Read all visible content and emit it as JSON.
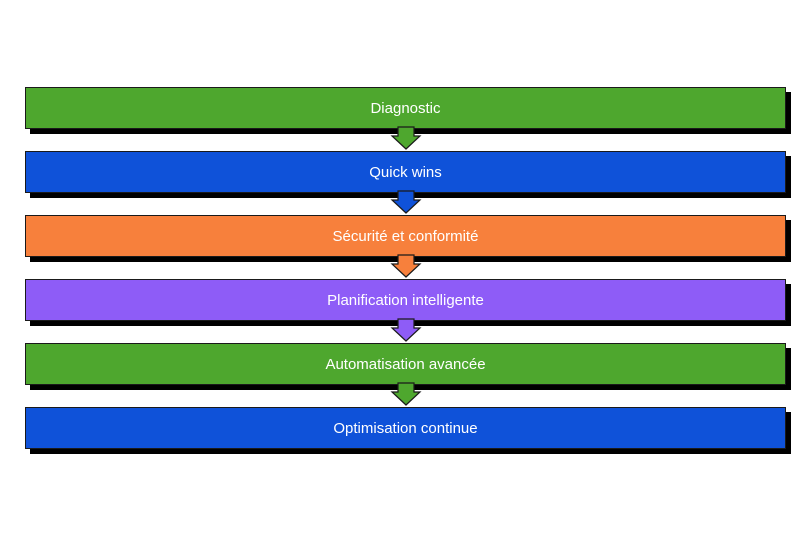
{
  "steps": [
    {
      "label": "Diagnostic",
      "color": "#4ea72e"
    },
    {
      "label": "Quick wins",
      "color": "#0f52d9"
    },
    {
      "label": "Sécurité et conformité",
      "color": "#f7803c"
    },
    {
      "label": "Planification intelligente",
      "color": "#8e5cf7"
    },
    {
      "label": "Automatisation avancée",
      "color": "#4ea72e"
    },
    {
      "label": "Optimisation continue",
      "color": "#0f52d9"
    }
  ]
}
